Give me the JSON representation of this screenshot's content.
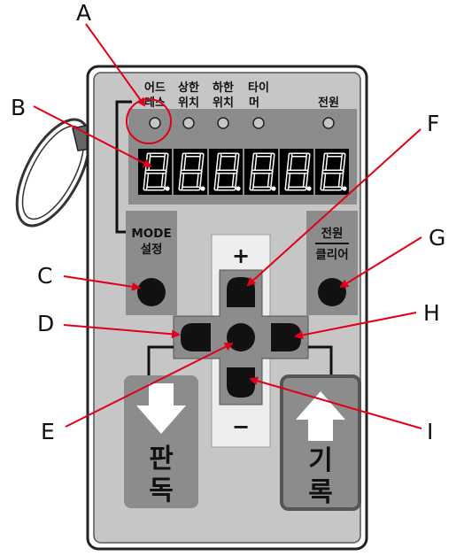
{
  "callouts": [
    "A",
    "B",
    "C",
    "D",
    "E",
    "F",
    "G",
    "H",
    "I"
  ],
  "indicator_labels": [
    [
      "어드",
      "레스"
    ],
    [
      "상한",
      "위치"
    ],
    [
      "하한",
      "위치"
    ],
    [
      "타이",
      "머"
    ],
    [
      "전원",
      ""
    ]
  ],
  "display": {
    "digits": 6,
    "text": "8.8.8.8.8.8."
  },
  "buttons": {
    "mode": [
      "MODE",
      "설정"
    ],
    "clear": [
      "전원",
      "클리어"
    ],
    "plus": "+",
    "minus": "−",
    "read": [
      "판",
      "독"
    ],
    "write": [
      "기",
      "록"
    ]
  },
  "colors": {
    "panel": "#c6c6c6",
    "panel_dark": "#888888",
    "button_dark": "#111111",
    "callout_red": "#e0001a",
    "display_bg": "#000000"
  }
}
